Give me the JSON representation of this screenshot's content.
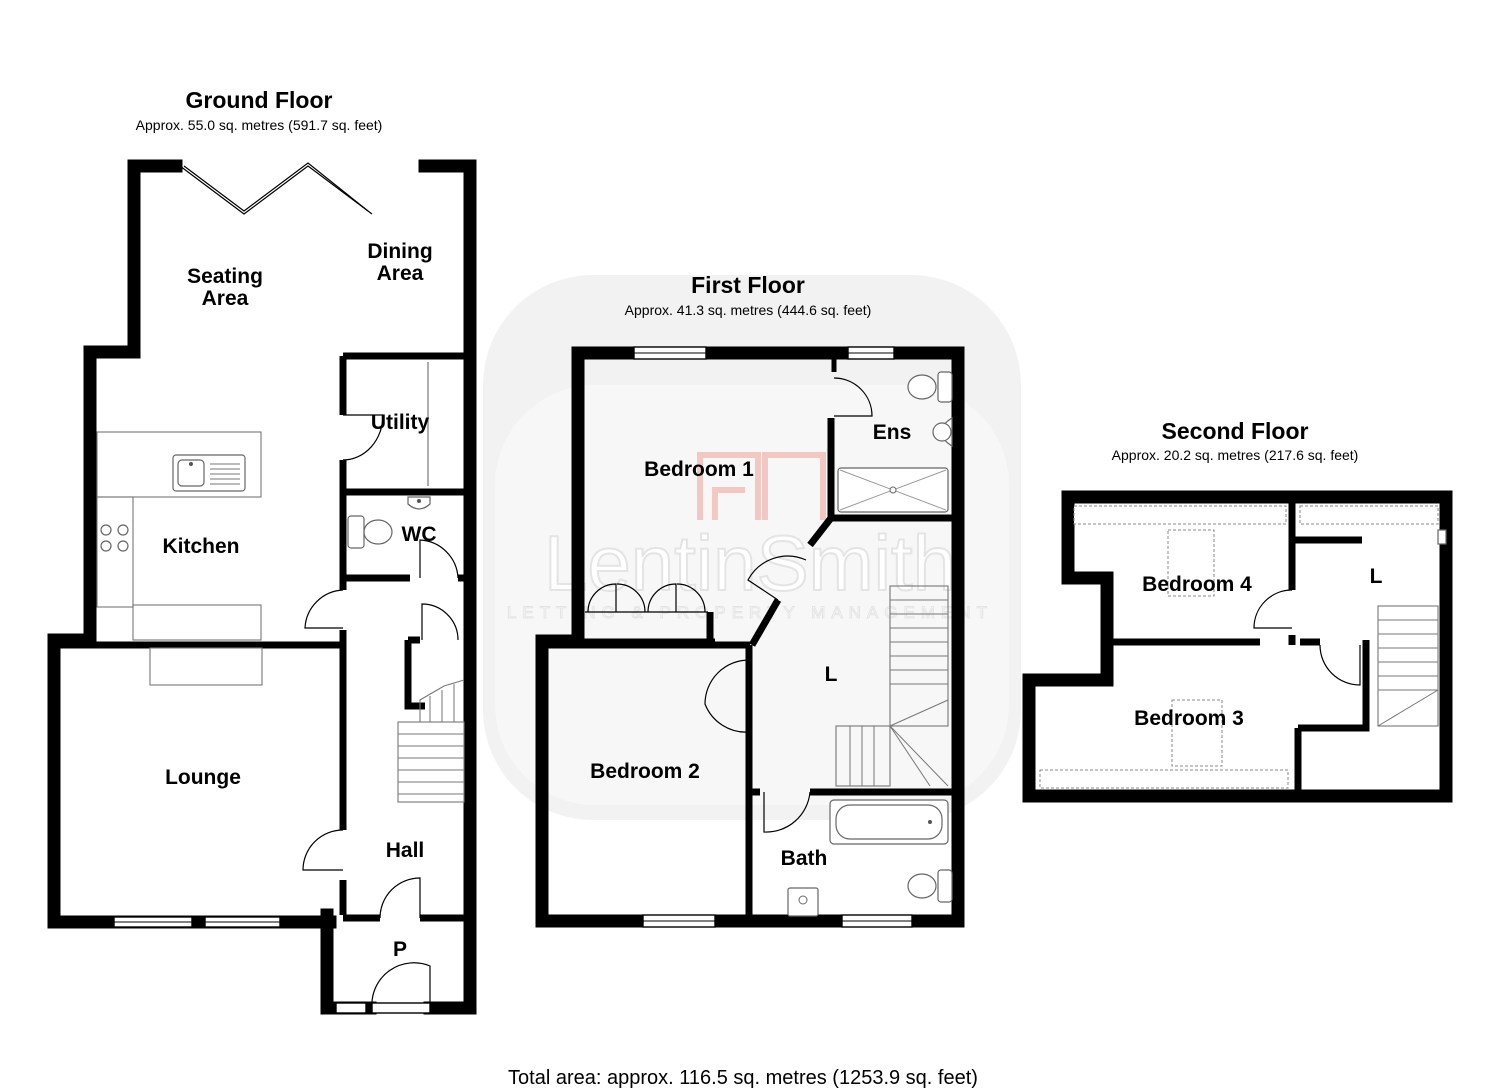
{
  "watermark": {
    "brand": "LentinSmith",
    "tagline": "LETTING & PROPERTY MANAGEMENT",
    "color": "#e4e4e4",
    "logo_color": "#f3c7c2"
  },
  "floors": {
    "ground": {
      "title": "Ground Floor",
      "area": "Approx. 55.0 sq. metres (591.7 sq. feet)",
      "rooms": {
        "seating_1": "Seating",
        "seating_2": "Area",
        "dining_1": "Dining",
        "dining_2": "Area",
        "utility": "Utility",
        "kitchen": "Kitchen",
        "wc": "WC",
        "lounge": "Lounge",
        "hall": "Hall",
        "porch": "P"
      }
    },
    "first": {
      "title": "First Floor",
      "area": "Approx. 41.3 sq. metres (444.6 sq. feet)",
      "rooms": {
        "bedroom1": "Bedroom 1",
        "ensuite": "Ens",
        "landing": "L",
        "bedroom2": "Bedroom 2",
        "bath": "Bath"
      }
    },
    "second": {
      "title": "Second Floor",
      "area": "Approx. 20.2 sq. metres (217.6 sq. feet)",
      "rooms": {
        "bedroom4": "Bedroom 4",
        "landing": "L",
        "bedroom3": "Bedroom 3"
      }
    }
  },
  "total_area": "Total area: approx. 116.5 sq. metres (1253.9 sq. feet)"
}
